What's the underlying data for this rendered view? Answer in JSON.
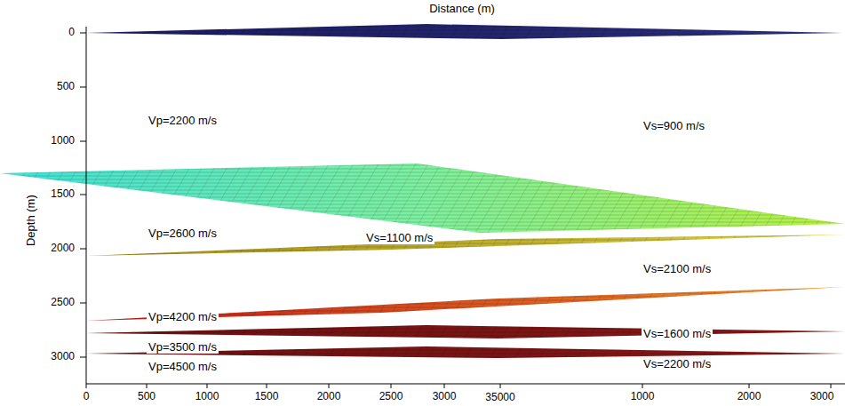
{
  "diagram": {
    "labels": [
      "Distance (m)",
      "Depth (m)",
      "0",
      "500",
      "1000",
      "1500",
      "2000",
      "2500",
      "3000",
      "0",
      "500",
      "1000",
      "1500",
      "2000",
      "2500",
      "3000",
      "35000",
      "1000",
      "2000",
      "3000",
      "Vp=2200 m/s",
      "Vs=900 m/s",
      "Vp=2600 m/s",
      "Vs=1100 m/s",
      "Vs=2100 m/s",
      "Vp=4200 m/s",
      "Vs=1600 m/s",
      "Vp=3500 m/s",
      "Vs=2200 m/s",
      "Vp=4500 m/s"
    ]
  }
}
